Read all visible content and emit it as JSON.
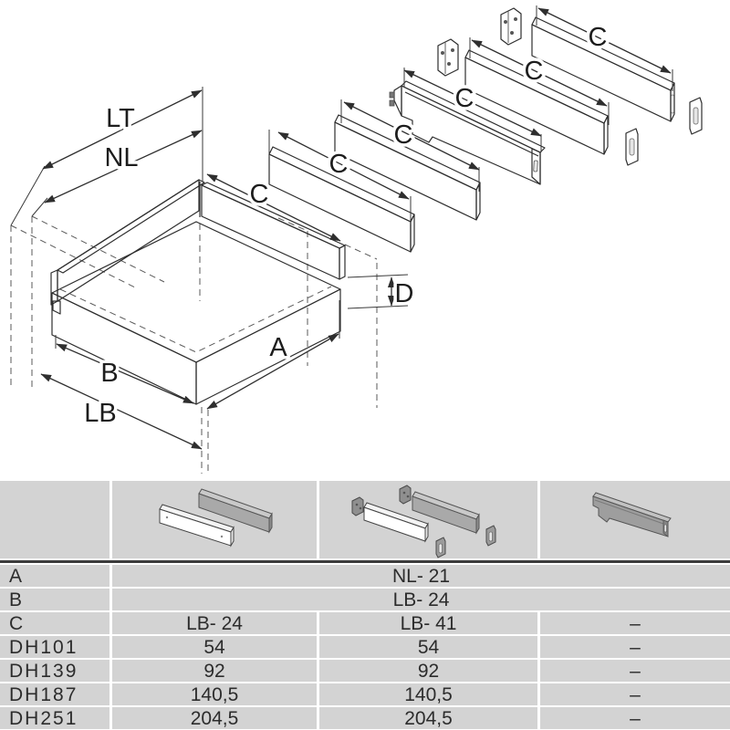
{
  "diagram": {
    "labels": {
      "lt": "LT",
      "nl": "NL",
      "c": "C",
      "d": "D",
      "a": "A",
      "b": "B",
      "lb": "LB"
    },
    "icons": [
      "drawer-exploded-view",
      "steel-back-panel",
      "back-panel-white",
      "back-panel-gray",
      "fixing-bracket",
      "rear-connector"
    ]
  },
  "table": {
    "columns": [
      {
        "icon": "empty"
      },
      {
        "icon": "back-panel-pair"
      },
      {
        "icon": "back-panel-pair-with-brackets"
      },
      {
        "icon": "steel-back-panel"
      }
    ],
    "rows": [
      {
        "label": "A",
        "merged": "NL- 21"
      },
      {
        "label": "B",
        "merged": "LB- 24"
      },
      {
        "label": "C",
        "values": [
          "LB- 24",
          "LB- 41",
          "–"
        ]
      },
      {
        "label": "DH101",
        "values": [
          "54",
          "54",
          "–"
        ]
      },
      {
        "label": "DH139",
        "values": [
          "92",
          "92",
          "–"
        ]
      },
      {
        "label": "DH187",
        "values": [
          "140,5",
          "140,5",
          "–"
        ]
      },
      {
        "label": "DH251",
        "values": [
          "204,5",
          "204,5",
          "–"
        ]
      }
    ]
  },
  "colors": {
    "table_cell": "#d3d3d3",
    "divider": "#3c3c3c",
    "metal_gray": "#a6a6a6",
    "panel_gray": "#d2d2d2",
    "line": "#2e2e2e"
  }
}
